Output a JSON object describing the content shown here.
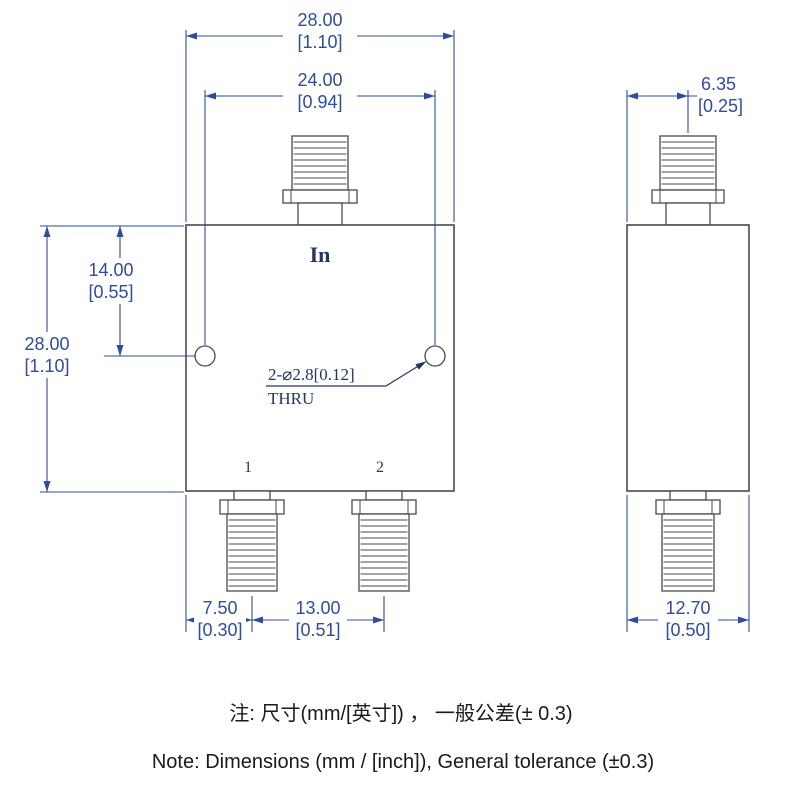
{
  "labels": {
    "port_in": "In",
    "port_1": "1",
    "port_2": "2",
    "hole_callout": "2-⌀2.8[0.12]",
    "hole_thru": "THRU"
  },
  "dims": {
    "overall_width": {
      "mm": "28.00",
      "inch": "[1.10]"
    },
    "hole_spacing": {
      "mm": "24.00",
      "inch": "[0.94]"
    },
    "side_connector_offset": {
      "mm": "6.35",
      "inch": "[0.25]"
    },
    "hole_from_top": {
      "mm": "14.00",
      "inch": "[0.55]"
    },
    "overall_height": {
      "mm": "28.00",
      "inch": "[1.10]"
    },
    "port1_from_edge": {
      "mm": "7.50",
      "inch": "[0.30]"
    },
    "port_spacing": {
      "mm": "13.00",
      "inch": "[0.51]"
    },
    "side_width": {
      "mm": "12.70",
      "inch": "[0.50]"
    }
  },
  "notes": {
    "cn": "注: 尺寸(mm/[英寸]) ， 一般公差(± 0.3)",
    "en": "Note: Dimensions (mm / [inch]), General tolerance (±0.3)"
  },
  "colors": {
    "dimension": "#2f4d9e",
    "outline": "#4a4a4a",
    "label": "#1f3864",
    "note": "#1a1a1a"
  }
}
